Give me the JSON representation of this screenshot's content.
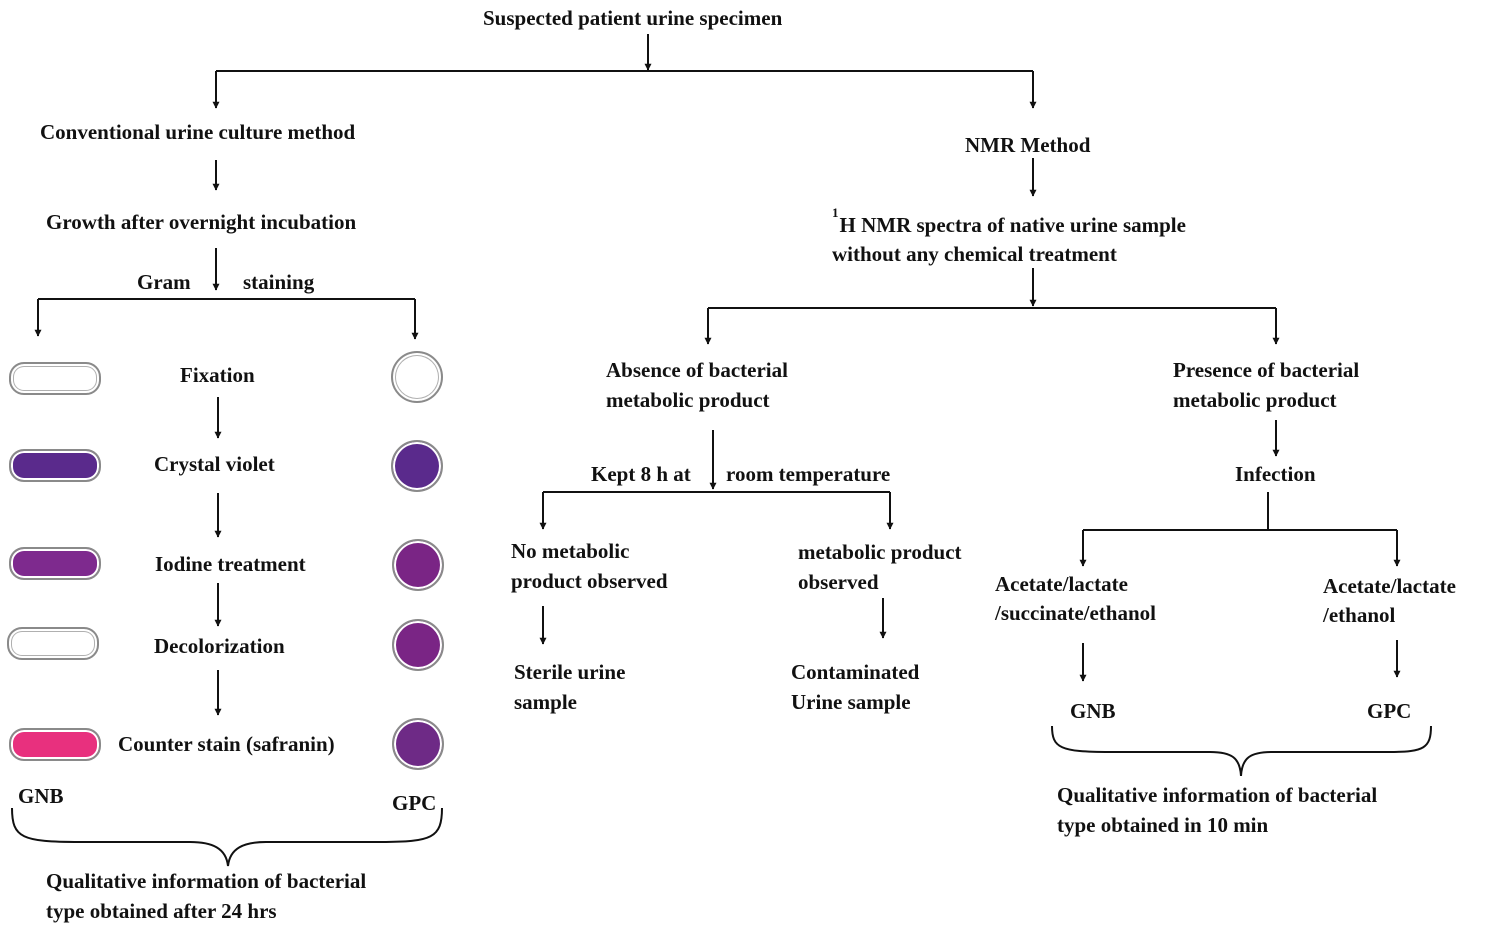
{
  "root": "Suspected patient urine specimen",
  "conventional": {
    "title": "Conventional urine culture  method",
    "growth": "Growth after overnight incubation",
    "gram_left": "Gram",
    "gram_right": "staining",
    "steps": [
      {
        "label": "Fixation"
      },
      {
        "label": "Crystal violet"
      },
      {
        "label": "Iodine treatment"
      },
      {
        "label": "Decolorization"
      },
      {
        "label": "Counter stain (safranin)"
      }
    ],
    "gnb": "GNB",
    "gpc": "GPC",
    "result_line1": "Qualitative information of bacterial",
    "result_line2": "type obtained after 24 hrs"
  },
  "nmr": {
    "title": "NMR Method",
    "spectra_sup": "1",
    "spectra_line1": "H  NMR spectra of native urine sample",
    "spectra_line2": "without any chemical treatment",
    "absence_line1": "Absence of bacterial",
    "absence_line2": "metabolic product",
    "kept_left": "Kept 8 h at",
    "kept_right": "room temperature",
    "no_metab_line1": "No metabolic",
    "no_metab_line2": "product observed",
    "sterile_line1": "Sterile urine",
    "sterile_line2": "sample",
    "metab_line1": "metabolic product",
    "metab_line2": "observed",
    "contaminated_line1": "Contaminated",
    "contaminated_line2": "Urine  sample",
    "presence_line1": "Presence of  bacterial",
    "presence_line2": "metabolic product",
    "infection": "Infection",
    "gnb_metab_line1": "Acetate/lactate",
    "gnb_metab_line2": "/succinate/ethanol",
    "gpc_metab_line1": "Acetate/lactate",
    "gpc_metab_line2": "/ethanol",
    "gnb": "GNB",
    "gpc": "GPC",
    "result_line1": "Qualitative information of bacterial",
    "result_line2": "type obtained in 10 min"
  },
  "colors": {
    "line": "#111111",
    "cell_outline": "#8a8a8a",
    "crystal_violet": "#5a2a8c",
    "iodine_gnb": "#7e2a8e",
    "iodine_gpc": "#7a2585",
    "decolorized": "#ffffff",
    "safranin": "#e8307e",
    "gpc_final": "#6e2a86"
  }
}
